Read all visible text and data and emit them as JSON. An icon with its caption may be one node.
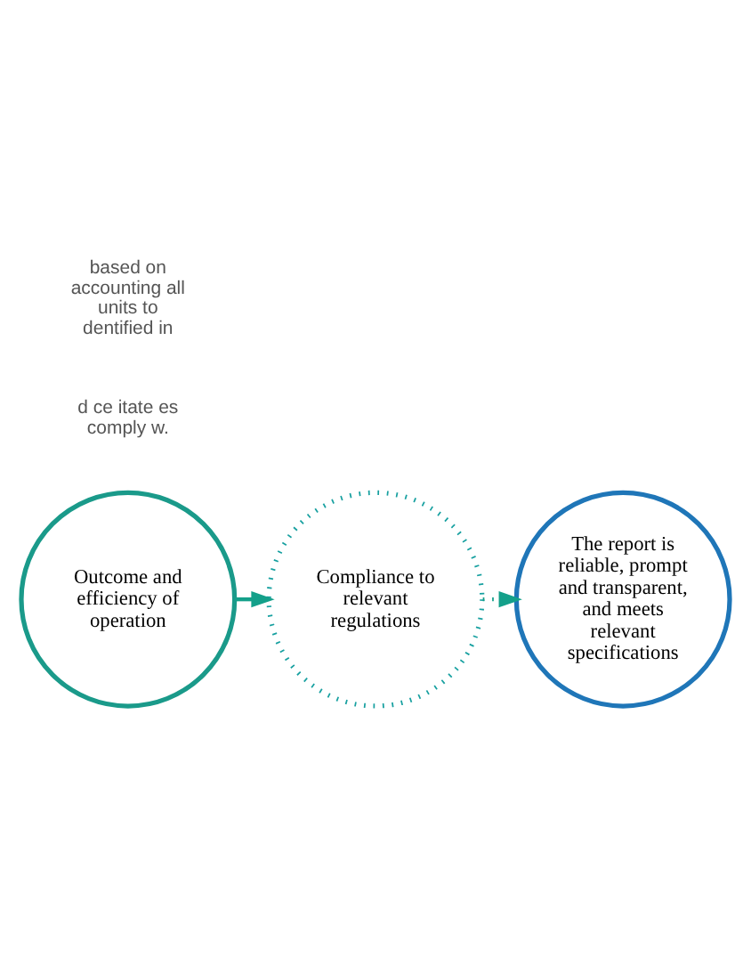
{
  "diagram": {
    "nodes": [
      {
        "text": [
          "Outcome and efficiency of operation"
        ]
      },
      {
        "text": [
          "Compliance to relevant regulations"
        ]
      },
      {
        "text": [
          "The report is reliable, prompt and transparent, and meets relevant specifications"
        ]
      }
    ],
    "edges": [
      {
        "from": 0,
        "to": 1,
        "arrow": "to"
      },
      {
        "from": 1,
        "to": 2,
        "arrow": "to",
        "style": "dashed"
      }
    ],
    "labels": [
      "d ce itate es comply w.",
      "based on accounting all units to dentified in"
    ]
  }
}
